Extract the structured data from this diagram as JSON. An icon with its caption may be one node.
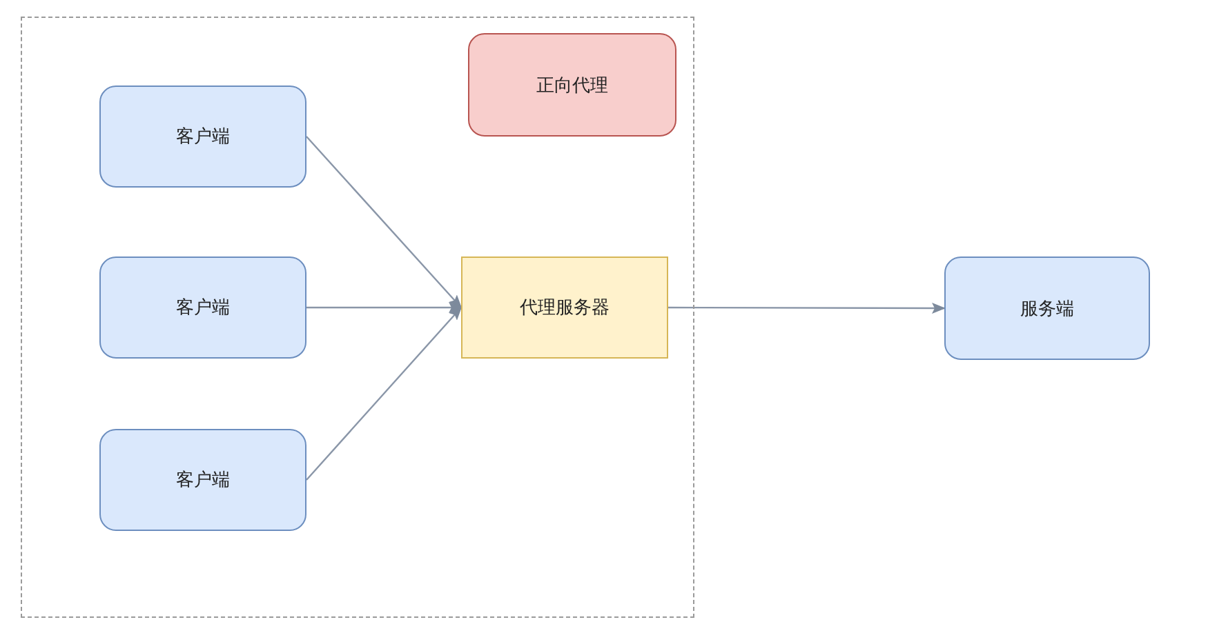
{
  "diagram": {
    "nodes": [
      {
        "text": [],
        "shape": "box"
      },
      {
        "text": [
          "正向代理"
        ],
        "in": 0
      },
      {
        "text": [
          "客户端"
        ],
        "in": 0
      },
      {
        "text": [
          "客户端"
        ],
        "in": 0
      },
      {
        "text": [
          "客户端"
        ],
        "in": 0
      },
      {
        "text": [
          "代理服务器"
        ],
        "in": 0
      },
      {
        "text": [
          "服务端"
        ]
      }
    ],
    "edges": [
      {
        "from": 2,
        "to": 5,
        "arrow": "to"
      },
      {
        "from": 3,
        "to": 5,
        "arrow": "to"
      },
      {
        "from": 4,
        "to": 5,
        "arrow": "to"
      },
      {
        "from": 5,
        "to": 6,
        "arrow": "to"
      }
    ]
  }
}
